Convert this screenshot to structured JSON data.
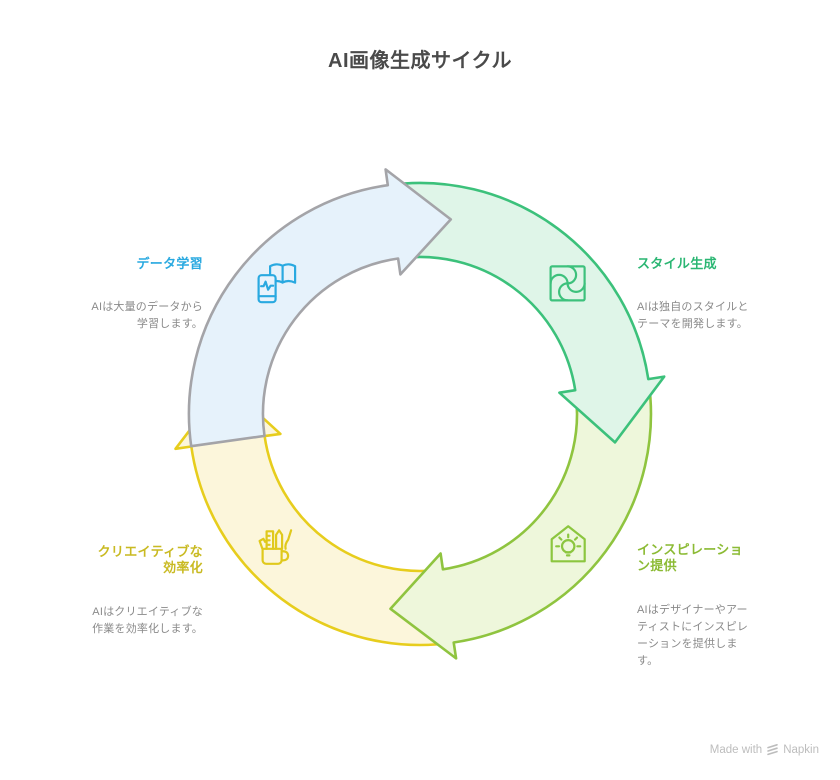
{
  "title": "AI画像生成サイクル",
  "steps": [
    {
      "name": "data-learning",
      "label": "データ学習",
      "label_lines": [
        "データ学習"
      ],
      "description": "AIは大量のデータから学習します。",
      "description_lines": [
        "AIは大量のデータから",
        "学習します。"
      ],
      "accent": "#29a9e0",
      "icon": "phone-book-learning-icon",
      "icon_color": "#29a9e0",
      "arc_stroke": "#a4a4a8",
      "arc_fill": "#e6f2fb"
    },
    {
      "name": "style-generation",
      "label": "スタイル生成",
      "label_lines": [
        "スタイル生成"
      ],
      "description": "AIは独自のスタイルとテーマを開発します。",
      "description_lines": [
        "AIは独自のスタイルと",
        "テーマを開発します。"
      ],
      "accent": "#2bb673",
      "icon": "pinwheel-style-icon",
      "icon_color": "#3dc17c",
      "arc_stroke": "#3cc17b",
      "arc_fill": "#dff5e8"
    },
    {
      "name": "inspiration-delivery",
      "label": "インスピレーション提供",
      "label_lines": [
        "インスピレーショ",
        "ン提供"
      ],
      "description": "AIはデザイナーやアーティストにインスピレーションを提供します。",
      "description_lines": [
        "AIはデザイナーやアー",
        "ティストにインスピレ",
        "ーションを提供しま",
        "す。"
      ],
      "accent": "#8cbb35",
      "icon": "house-lightbulb-icon",
      "icon_color": "#8cc63f",
      "arc_stroke": "#8fc43f",
      "arc_fill": "#eef7db"
    },
    {
      "name": "creative-efficiency",
      "label": "クリエイティブな効率化",
      "label_lines": [
        "クリエイティブな",
        "効率化"
      ],
      "description": "AIはクリエイティブな作業を効率化します。",
      "description_lines": [
        "AIはクリエイティブな",
        "作業を効率化します。"
      ],
      "accent": "#c9ba22",
      "icon": "cup-tools-icon",
      "icon_color": "#e0c91c",
      "arc_stroke": "#e7cd1d",
      "arc_fill": "#fcf6db"
    }
  ],
  "footer": {
    "made_with": "Made with",
    "brand": "Napkin"
  }
}
